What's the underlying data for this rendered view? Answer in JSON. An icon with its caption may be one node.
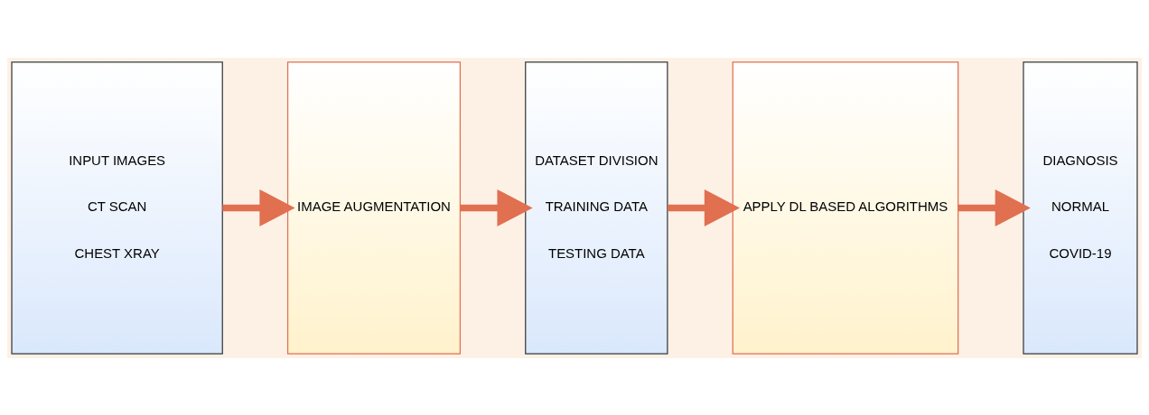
{
  "diagram": {
    "nodes": [
      {
        "text": [
          "INPUT IMAGES",
          "CT SCAN",
          "CHEST XRAY"
        ]
      },
      {
        "text": [
          "IMAGE AUGMENTATION"
        ]
      },
      {
        "text": [
          "DATASET DIVISION",
          "TRAINING DATA",
          "TESTING DATA"
        ]
      },
      {
        "text": [
          "APPLY DL BASED ALGORITHMS"
        ]
      },
      {
        "text": [
          "DIAGNOSIS",
          "NORMAL",
          "COVID-19"
        ]
      }
    ],
    "edges": [
      {
        "from": 0,
        "to": 1,
        "arrow": "to"
      },
      {
        "from": 1,
        "to": 2,
        "arrow": "to"
      },
      {
        "from": 2,
        "to": 3,
        "arrow": "to"
      },
      {
        "from": 3,
        "to": 4,
        "arrow": "to"
      }
    ]
  }
}
